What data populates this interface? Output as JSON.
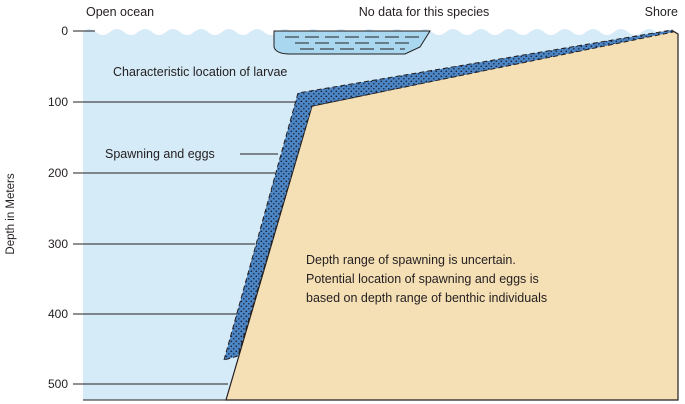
{
  "diagram": {
    "y_axis": {
      "title": "Depth in Meters",
      "ticks": [
        "0",
        "100",
        "200",
        "300",
        "400",
        "500"
      ]
    },
    "top_labels": {
      "left": "Open ocean",
      "center": "No data for this species",
      "right": "Shore"
    },
    "zone_labels": {
      "larvae": "Characteristic location of larvae",
      "spawning": "Spawning and eggs"
    },
    "note": {
      "line1": "Depth range of spawning is uncertain.",
      "line2": "Potential location of spawning and eggs is",
      "line3": "based on depth range of benthic individuals"
    },
    "colors": {
      "water": "#d6ebf8",
      "seafloor": "#f5e0b6",
      "spawning_band": "#4d86c5",
      "nodata_patch": "#a9d7ef",
      "line": "#231f20"
    }
  }
}
